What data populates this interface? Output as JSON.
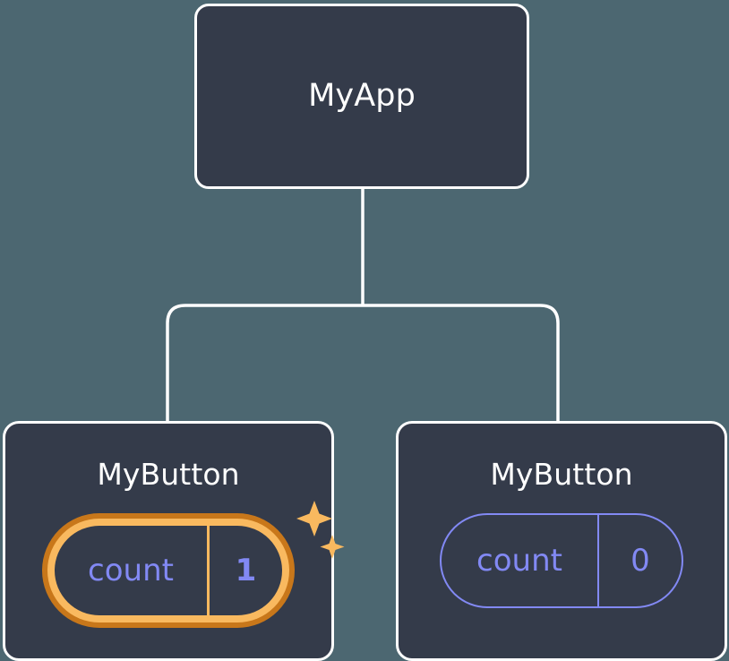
{
  "diagram": {
    "type": "component-tree",
    "background_color": "#4c6771",
    "node_fill_color": "#343b4a",
    "node_border_color": "#ffffff",
    "connector_color": "#ffffff",
    "accent_highlight_outer": "#c8771a",
    "accent_highlight_inner": "#f9b95f",
    "accent_state_text": "#8289f4",
    "sparkle_color": "#f9b95f",
    "root": {
      "title": "MyApp"
    },
    "children": [
      {
        "title": "MyButton",
        "highlighted": true,
        "state": {
          "key": "count",
          "value": "1"
        },
        "sparkle_icon": "sparkles-icon"
      },
      {
        "title": "MyButton",
        "highlighted": false,
        "state": {
          "key": "count",
          "value": "0"
        }
      }
    ]
  }
}
